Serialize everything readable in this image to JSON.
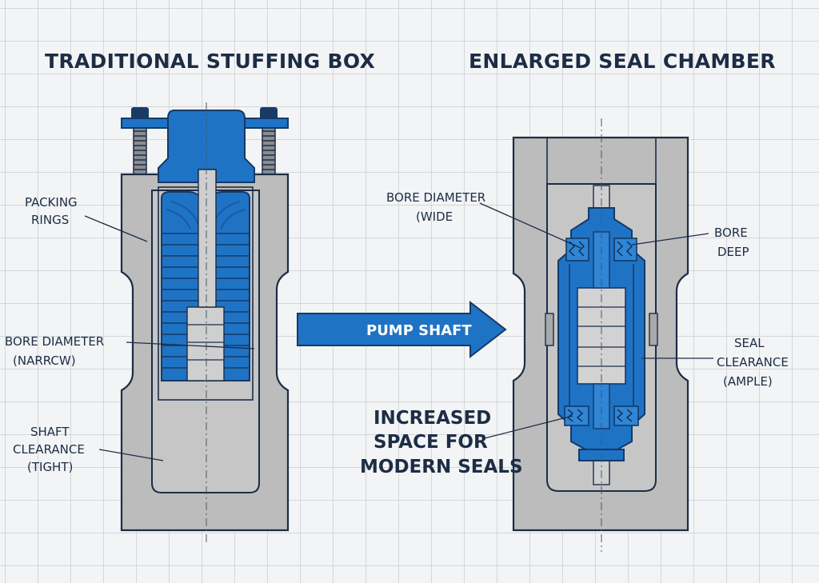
{
  "titles": {
    "left": "TRADITIONAL STUFFING BOX",
    "right": "ENLARGED SEAL CHAMBER"
  },
  "left_labels": {
    "packing_line1": "PACKING",
    "packing_line2": "RINGS",
    "bore_line1": "BORE DIAMETER",
    "bore_line2": "(NARRCW)",
    "shaft_line1": "SHAFT",
    "shaft_line2": "CLEARANCE",
    "shaft_line3": "(TIGHT)"
  },
  "arrow_label": "PUMP SHAFT",
  "right_labels": {
    "bore_diam_line1": "BORE DIAMETER",
    "bore_diam_line2": "(WIDE",
    "bore_deep_line1": "BORE",
    "bore_deep_line2": "DEEP",
    "seal_line1": "SEAL",
    "seal_line2": "CLEARANCE",
    "seal_line3": "(AMPLE)"
  },
  "center_callout": {
    "line1": "INCREASED",
    "line2": "SPACE FOR",
    "line3": "MODERN SEALS"
  },
  "colors": {
    "steel_blue": "#1f73c5",
    "housing_gray": "#bcbcbd",
    "ink": "#1c2d45"
  }
}
